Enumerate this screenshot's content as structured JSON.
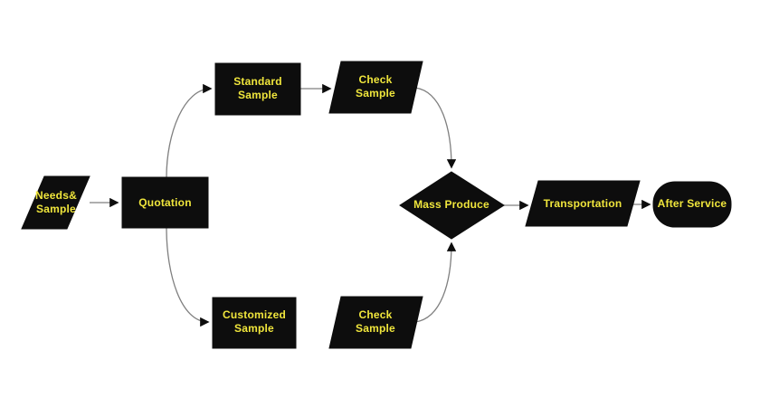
{
  "colors": {
    "background": "#ffffff",
    "node_fill": "#0d0d0d",
    "node_text": "#f0e63c",
    "connector": "#7f7f7f",
    "arrowhead": "#0d0d0d"
  },
  "diagram_type": "flowchart",
  "nodes": {
    "needs_sample": {
      "shape": "parallelogram",
      "label": "Needs& Sample",
      "line1": "Needs&",
      "line2": "Sample"
    },
    "quotation": {
      "shape": "rectangle",
      "label": "Quotation",
      "line1": "Quotation"
    },
    "standard_sample": {
      "shape": "rectangle",
      "label": "Standard Sample",
      "line1": "Standard",
      "line2": "Sample"
    },
    "check_sample_top": {
      "shape": "parallelogram",
      "label": "Check Sample",
      "line1": "Check",
      "line2": "Sample"
    },
    "customized_sample": {
      "shape": "rectangle",
      "label": "Customized Sample",
      "line1": "Customized",
      "line2": "Sample"
    },
    "check_sample_bottom": {
      "shape": "parallelogram",
      "label": "Check Sample",
      "line1": "Check",
      "line2": "Sample"
    },
    "mass_produce": {
      "shape": "diamond",
      "label": "Mass Produce",
      "line1": "Mass Produce"
    },
    "transportation": {
      "shape": "parallelogram",
      "label": "Transportation",
      "line1": "Transportation"
    },
    "after_service": {
      "shape": "terminator",
      "label": "After Service",
      "line1": "After Service"
    }
  },
  "edges": [
    {
      "from": "needs_sample",
      "to": "quotation"
    },
    {
      "from": "quotation",
      "to": "standard_sample"
    },
    {
      "from": "quotation",
      "to": "customized_sample"
    },
    {
      "from": "standard_sample",
      "to": "check_sample_top"
    },
    {
      "from": "customized_sample",
      "to": "check_sample_bottom"
    },
    {
      "from": "check_sample_top",
      "to": "mass_produce"
    },
    {
      "from": "check_sample_bottom",
      "to": "mass_produce"
    },
    {
      "from": "mass_produce",
      "to": "transportation"
    },
    {
      "from": "transportation",
      "to": "after_service"
    }
  ]
}
